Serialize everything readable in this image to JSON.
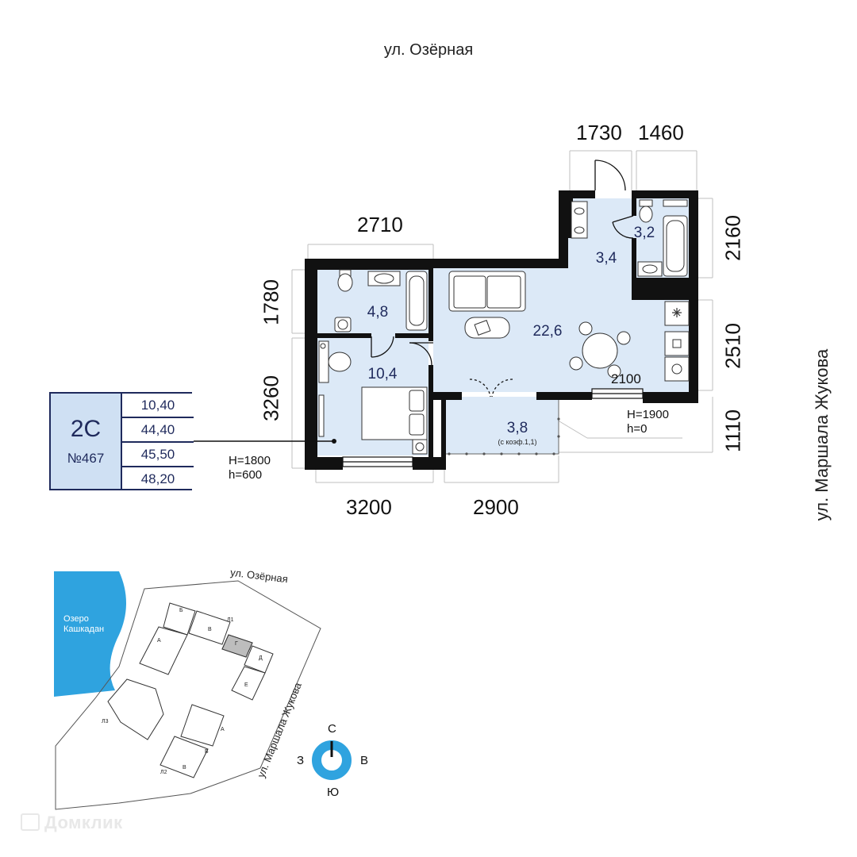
{
  "streets": {
    "top": "ул. Озёрная",
    "right": "ул. Маршала Жукова"
  },
  "dimensions": {
    "top_left": "2710",
    "top_a": "1730",
    "top_b": "1460",
    "left_upper": "1780",
    "left_lower": "3260",
    "right_upper": "2160",
    "right_middle": "2510",
    "right_lower": "1110",
    "bottom_left": "3200",
    "bottom_right": "2900",
    "window_kitchen": "2100"
  },
  "rooms": {
    "bath": "4,8",
    "bedroom": "10,4",
    "hall": "3,4",
    "wc": "3,2",
    "living": "22,6",
    "balcony": "3,8",
    "balcony_note": "(с коэф.1,1)"
  },
  "window_notes": {
    "left": "H=1800\nh=600",
    "right": "H=1900\nh=0"
  },
  "apartment": {
    "code": "2С",
    "number": "№467",
    "areas": [
      "10,40",
      "44,40",
      "45,50",
      "48,20"
    ]
  },
  "site_plan": {
    "lake": "Озеро\nКашкадан",
    "street_top": "ул. Озёрная",
    "street_diag": "ул. Маршала Жукова",
    "section_labels": [
      "Б",
      "Л1",
      "В",
      "Г",
      "А",
      "Д",
      "Е",
      "Л3",
      "А",
      "Б",
      "В",
      "Л2"
    ]
  },
  "compass": {
    "n": "С",
    "s": "Ю",
    "w": "З",
    "e": "В"
  },
  "colors": {
    "room_fill": "#dce9f7",
    "wall": "#111111",
    "accent": "#1f2a5c",
    "lake": "#2fa3df",
    "compass": "#2fa3df",
    "selected_section": "#bdbdbd"
  },
  "watermark": "Домклик"
}
